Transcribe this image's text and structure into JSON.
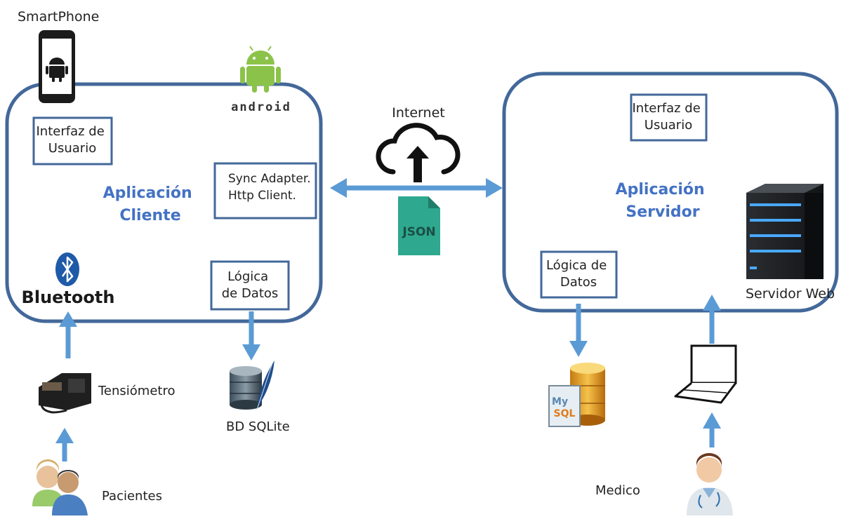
{
  "labels": {
    "smartphone": "SmartPhone",
    "android": "android",
    "internet": "Internet",
    "json": "JSON",
    "bluetooth": "Bluetooth",
    "tensiometro": "Tensiómetro",
    "pacientes": "Pacientes",
    "bd_sqlite": "BD SQLite",
    "servidor_web": "Servidor Web",
    "medico": "Medico"
  },
  "cliente": {
    "title": [
      "Aplicación",
      "Cliente"
    ],
    "interfaz": [
      "Interfaz de",
      "Usuario"
    ],
    "sync": [
      "Sync Adapter.",
      "Http Client."
    ],
    "logica": [
      "Lógica",
      "de Datos"
    ]
  },
  "servidor": {
    "title": [
      "Aplicación",
      "Servidor"
    ],
    "interfaz": [
      "Interfaz de",
      "Usuario"
    ],
    "logica": [
      "Lógica de",
      "Datos"
    ]
  },
  "mysql_logo": [
    "My",
    "SQL"
  ],
  "colors": {
    "border": "#43689a",
    "arrow": "#5b9bd5",
    "title": "#4472c4",
    "json": "#2ea88f",
    "android": "#8bc34a"
  }
}
